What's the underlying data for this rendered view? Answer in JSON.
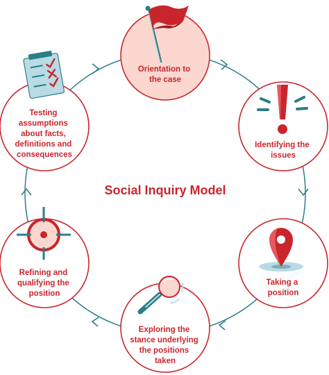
{
  "title": "Social Inquiry Model",
  "colors": {
    "red": "#c8262c",
    "pink": "#fbd7cf",
    "teal": "#2b7d88",
    "light_teal": "#b9dbe3"
  },
  "steps": [
    {
      "lines": [
        "Orientation to",
        "the case"
      ],
      "icon": "flag-icon"
    },
    {
      "lines": [
        "Identifying the",
        "issues"
      ],
      "icon": "exclamation-icon"
    },
    {
      "lines": [
        "Taking a",
        "position"
      ],
      "icon": "map-pin-icon"
    },
    {
      "lines": [
        "Exploring the",
        "stance underlying",
        "the positions",
        "taken"
      ],
      "icon": "magnifying-glass-icon"
    },
    {
      "lines": [
        "Refining and",
        "qualifying the",
        "position"
      ],
      "icon": "target-icon"
    },
    {
      "lines": [
        "Testing",
        "assumptions",
        "about facts,",
        "definitions and",
        "consequences"
      ],
      "icon": "checklist-icon"
    }
  ]
}
